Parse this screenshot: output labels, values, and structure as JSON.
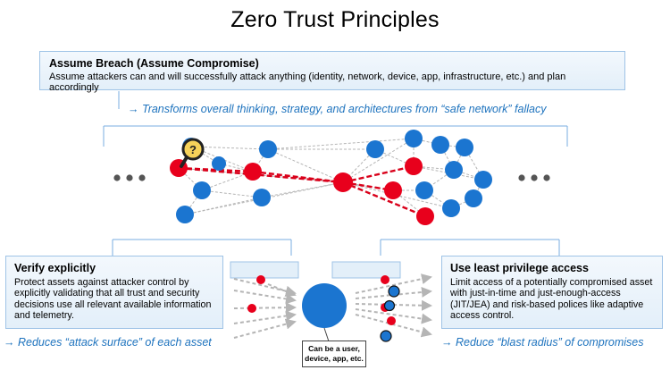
{
  "title": "Zero Trust Principles",
  "assume_breach": {
    "heading": "Assume Breach (Assume Compromise)",
    "description": "Assume attackers can and will successfully attack anything (identity, network, device, app, infrastructure, etc.) and plan accordingly"
  },
  "transforms": "Transforms overall thinking, strategy, and architectures from “safe network” fallacy",
  "verify": {
    "heading": "Verify explicitly",
    "description": "Protect assets against attacker control by explicitly validating that all trust and security decisions use all relevant available information and telemetry.",
    "outcome": "Reduces “attack surface” of each asset"
  },
  "least_privilege": {
    "heading": "Use least privilege access",
    "description": "Limit access of a potentially compromised asset with just-in-time and just-enough-access (JIT/JEA) and risk-based polices like adaptive access control.",
    "outcome": "Reduce “blast radius” of compromises"
  },
  "callout": "Can be a user, device, app, etc.",
  "colors": {
    "accent": "#1e73be",
    "node_blue": "#1b75d0",
    "node_red": "#e8001c"
  },
  "icons": [
    "arrow-right-icon",
    "magnifier-question-icon",
    "timer-icon",
    "ellipsis-icon"
  ]
}
